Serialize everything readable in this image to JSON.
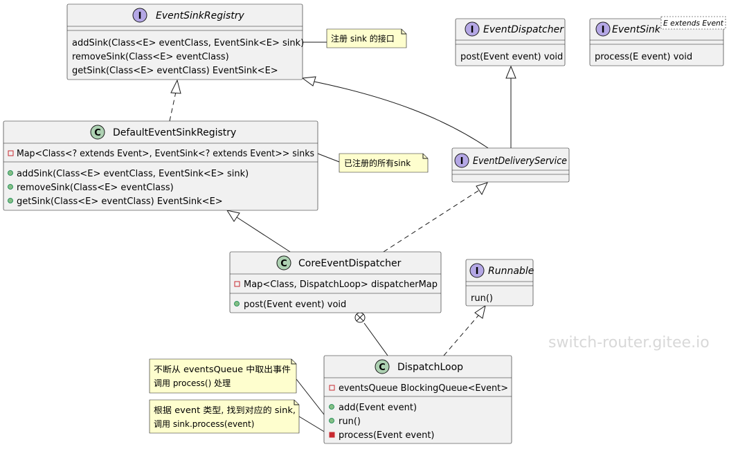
{
  "watermark": "switch-router.gitee.io",
  "classes": {
    "event_sink_registry": {
      "kind": "I",
      "name": "EventSinkRegistry",
      "methods": [
        "addSink(Class<E> eventClass, EventSink<E> sink)",
        "removeSink(Class<E> eventClass)",
        "getSink(Class<E> eventClass) EventSink<E>"
      ]
    },
    "event_dispatcher": {
      "kind": "I",
      "name": "EventDispatcher",
      "methods": [
        "post(Event event) void"
      ]
    },
    "event_sink": {
      "kind": "I",
      "name": "EventSink",
      "generic": "E extends Event",
      "methods": [
        "process(E event) void"
      ]
    },
    "default_event_sink_registry": {
      "kind": "C",
      "name": "DefaultEventSinkRegistry",
      "fields": [
        "Map<Class<? extends Event>, EventSink<? extends Event>> sinks"
      ],
      "methods": [
        "addSink(Class<E> eventClass, EventSink<E> sink)",
        "removeSink(Class<E> eventClass)",
        "getSink(Class<E> eventClass) EventSink<E>"
      ]
    },
    "event_delivery_service": {
      "kind": "I",
      "name": "EventDeliveryService"
    },
    "core_event_dispatcher": {
      "kind": "C",
      "name": "CoreEventDispatcher",
      "fields": [
        "Map<Class, DispatchLoop> dispatcherMap"
      ],
      "methods": [
        "post(Event event) void"
      ]
    },
    "runnable": {
      "kind": "I",
      "name": "Runnable",
      "methods": [
        "run()"
      ]
    },
    "dispatch_loop": {
      "kind": "C",
      "name": "DispatchLoop",
      "fields": [
        "eventsQueue BlockingQueue<Event>"
      ],
      "methods": [
        "add(Event event)",
        "run()",
        "process(Event event)"
      ]
    }
  },
  "notes": {
    "register_sink": "注册 sink 的接口",
    "registered_sinks": "已注册的所有sink",
    "take_events": [
      "不断从 eventsQueue 中取出事件",
      "调用 process() 处理"
    ],
    "find_sink": [
      "根据 event 类型, 找到对应的 sink,",
      "调用 sink.process(event)"
    ]
  },
  "colors": {
    "interface_badge": "#b4a7e5",
    "class_badge": "#add1b2",
    "public_method": "#84be84",
    "private_member": "#c82930",
    "note_fill": "#fefece",
    "box_fill": "#f1f1f1"
  }
}
